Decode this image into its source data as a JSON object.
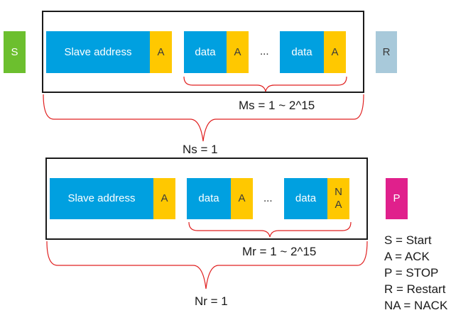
{
  "colors": {
    "start": "#6cbf2e",
    "restart": "#a8c9da",
    "stop": "#e0208c",
    "blue": "#00a0e0",
    "ack": "#ffc800",
    "bracket": "#e02020"
  },
  "write": {
    "start": "S",
    "slave_address": "Slave address",
    "ack1": "A",
    "data1": "data",
    "ack2": "A",
    "ellipsis": "...",
    "data2": "data",
    "ack3": "A",
    "restart": "R",
    "ms_label": "Ms = 1 ~ 2^15",
    "ns_label": "Ns = 1"
  },
  "read": {
    "slave_address": "Slave address",
    "ack1": "A",
    "data1": "data",
    "ack2": "A",
    "ellipsis": "...",
    "data2": "data",
    "nack_line1": "N",
    "nack_line2": "A",
    "stop": "P",
    "mr_label": "Mr = 1 ~ 2^15",
    "nr_label": "Nr = 1"
  },
  "legend": [
    "S = Start",
    "A = ACK",
    "P = STOP",
    "R = Restart",
    "NA = NACK"
  ]
}
